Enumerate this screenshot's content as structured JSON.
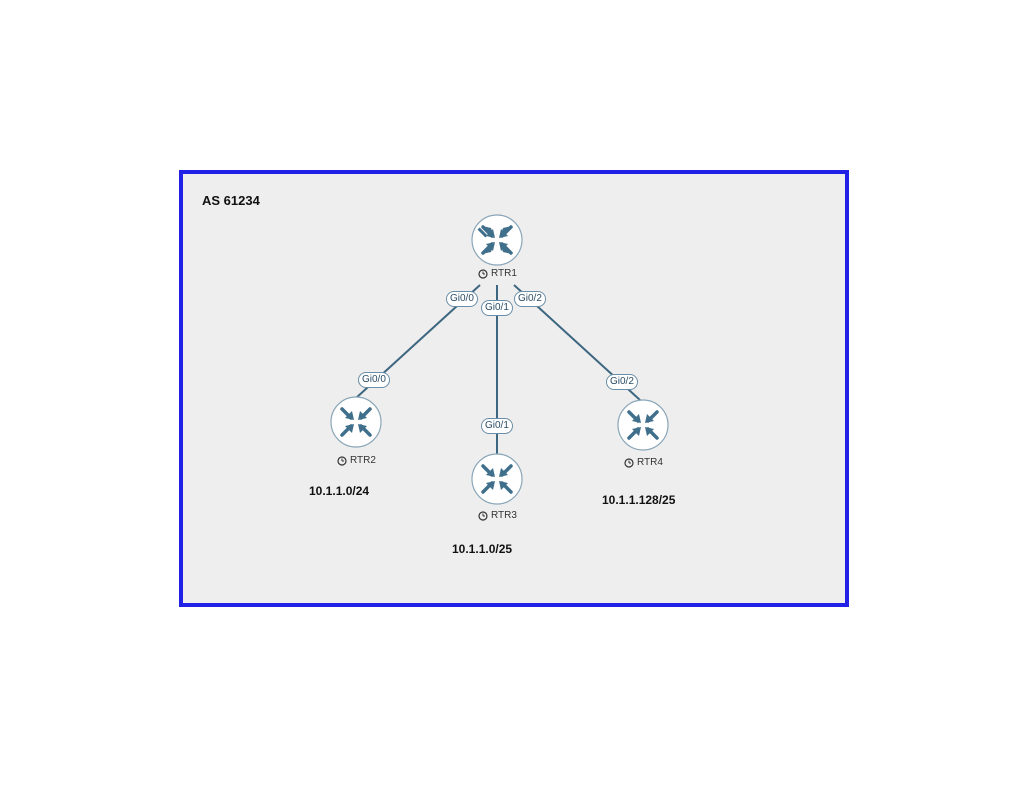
{
  "as": {
    "label": "AS 61234"
  },
  "routers": {
    "rtr1": {
      "name": "RTR1"
    },
    "rtr2": {
      "name": "RTR2"
    },
    "rtr3": {
      "name": "RTR3"
    },
    "rtr4": {
      "name": "RTR4"
    }
  },
  "links": [
    {
      "from": "RTR1",
      "from_iface": "Gi0/0",
      "to": "RTR2",
      "to_iface": "Gi0/0"
    },
    {
      "from": "RTR1",
      "from_iface": "Gi0/1",
      "to": "RTR3",
      "to_iface": "Gi0/1"
    },
    {
      "from": "RTR1",
      "from_iface": "Gi0/2",
      "to": "RTR4",
      "to_iface": "Gi0/2"
    }
  ],
  "subnets": {
    "rtr2": "10.1.1.0/24",
    "rtr3": "10.1.1.0/25",
    "rtr4": "10.1.1.128/25"
  },
  "colors": {
    "border": "#2020e6",
    "background": "#eeeeee",
    "link": "#3d6680",
    "router_icon": "#3f6f8a"
  }
}
